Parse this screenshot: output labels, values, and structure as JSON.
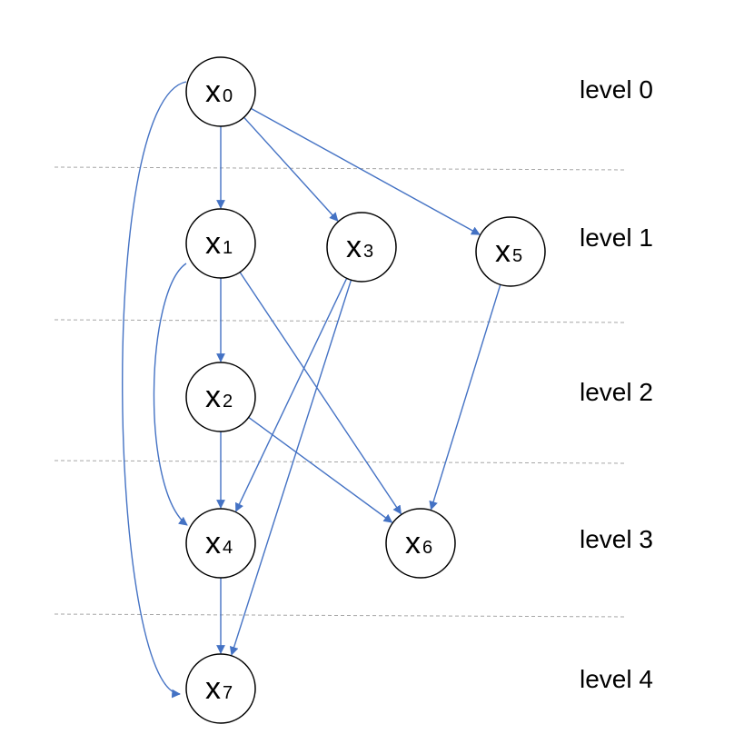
{
  "colors": {
    "edge": "#4472c4",
    "node_stroke": "#000000",
    "divider": "#a6a6a6"
  },
  "nodes": [
    {
      "id": "x0",
      "name": "x",
      "sub": "0"
    },
    {
      "id": "x1",
      "name": "x",
      "sub": "1"
    },
    {
      "id": "x2",
      "name": "x",
      "sub": "2"
    },
    {
      "id": "x3",
      "name": "x",
      "sub": "3"
    },
    {
      "id": "x4",
      "name": "x",
      "sub": "4"
    },
    {
      "id": "x5",
      "name": "x",
      "sub": "5"
    },
    {
      "id": "x6",
      "name": "x",
      "sub": "6"
    },
    {
      "id": "x7",
      "name": "x",
      "sub": "7"
    }
  ],
  "edges": [
    {
      "from": "x0",
      "to": "x1"
    },
    {
      "from": "x0",
      "to": "x3"
    },
    {
      "from": "x0",
      "to": "x5"
    },
    {
      "from": "x0",
      "to": "x7"
    },
    {
      "from": "x1",
      "to": "x2"
    },
    {
      "from": "x1",
      "to": "x4"
    },
    {
      "from": "x1",
      "to": "x6"
    },
    {
      "from": "x2",
      "to": "x4"
    },
    {
      "from": "x2",
      "to": "x6"
    },
    {
      "from": "x3",
      "to": "x4"
    },
    {
      "from": "x3",
      "to": "x7"
    },
    {
      "from": "x4",
      "to": "x7"
    },
    {
      "from": "x5",
      "to": "x6"
    }
  ],
  "levels": [
    {
      "label": "level 0"
    },
    {
      "label": "level 1"
    },
    {
      "label": "level 2"
    },
    {
      "label": "level 3"
    },
    {
      "label": "level 4"
    }
  ]
}
